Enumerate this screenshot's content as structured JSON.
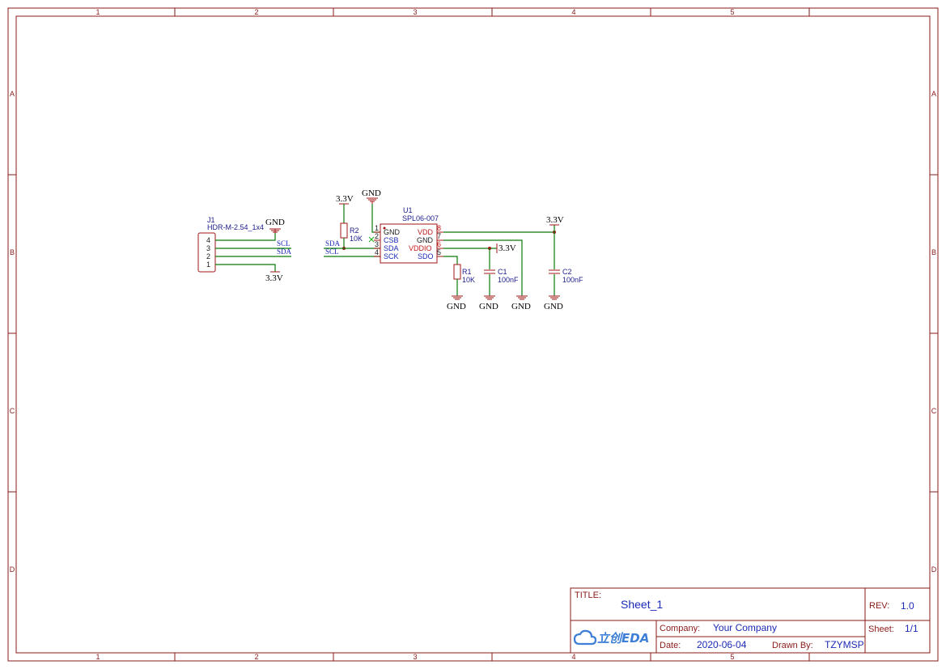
{
  "frame": {
    "columns": [
      "1",
      "2",
      "3",
      "4",
      "5"
    ],
    "rows": [
      "A",
      "B",
      "C",
      "D"
    ]
  },
  "title_block": {
    "title_label": "TITLE:",
    "title_value": "Sheet_1",
    "rev_label": "REV:",
    "rev_value": "1.0",
    "company_label": "Company:",
    "company_value": "Your Company",
    "sheet_label": "Sheet:",
    "sheet_value": "1/1",
    "date_label": "Date:",
    "date_value": "2020-06-04",
    "drawn_label": "Drawn By:",
    "drawn_value": "TZYMSP",
    "logo": "立创EDA"
  },
  "components": {
    "j1": {
      "ref": "J1",
      "value": "HDR-M-2.54_1x4",
      "pins": [
        "4",
        "3",
        "2",
        "1"
      ]
    },
    "u1": {
      "ref": "U1",
      "value": "SPL06-007",
      "left_pins": [
        {
          "num": "1",
          "name": "GND"
        },
        {
          "num": "2",
          "name": "CSB"
        },
        {
          "num": "3",
          "name": "SDA"
        },
        {
          "num": "4",
          "name": "SCK"
        }
      ],
      "right_pins": [
        {
          "num": "8",
          "name": "VDD"
        },
        {
          "num": "7",
          "name": "GND"
        },
        {
          "num": "6",
          "name": "VDDIO"
        },
        {
          "num": "5",
          "name": "SDO"
        }
      ]
    },
    "r1": {
      "ref": "R1",
      "value": "10K"
    },
    "r2": {
      "ref": "R2",
      "value": "10K"
    },
    "c1": {
      "ref": "C1",
      "value": "100nF"
    },
    "c2": {
      "ref": "C2",
      "value": "100nF"
    }
  },
  "power": {
    "gnd": "GND",
    "v33": "3.3V"
  },
  "nets": {
    "scl": "SCL",
    "sda": "SDA"
  }
}
